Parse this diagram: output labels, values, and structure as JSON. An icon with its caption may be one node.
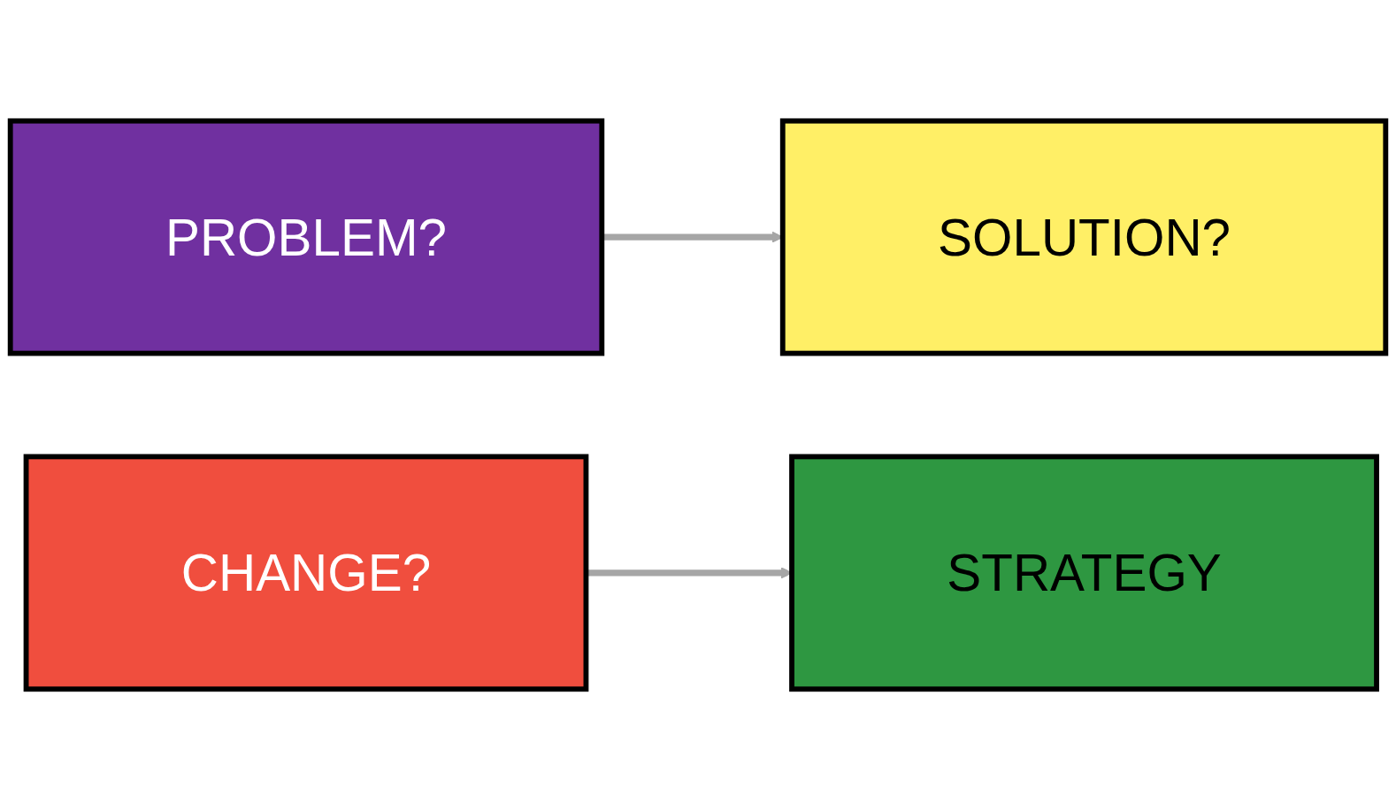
{
  "diagram": {
    "nodes": [
      {
        "text": [
          "PROBLEM?"
        ]
      },
      {
        "text": [
          "SOLUTION?"
        ]
      },
      {
        "text": [
          "CHANGE?"
        ]
      },
      {
        "text": [
          "STRATEGY"
        ]
      }
    ],
    "edges": [
      {
        "from": 0,
        "to": 1,
        "arrow": "to",
        "color": "#a6a6a6"
      },
      {
        "from": 2,
        "to": 3,
        "arrow": "to",
        "color": "#a6a6a6"
      }
    ]
  }
}
